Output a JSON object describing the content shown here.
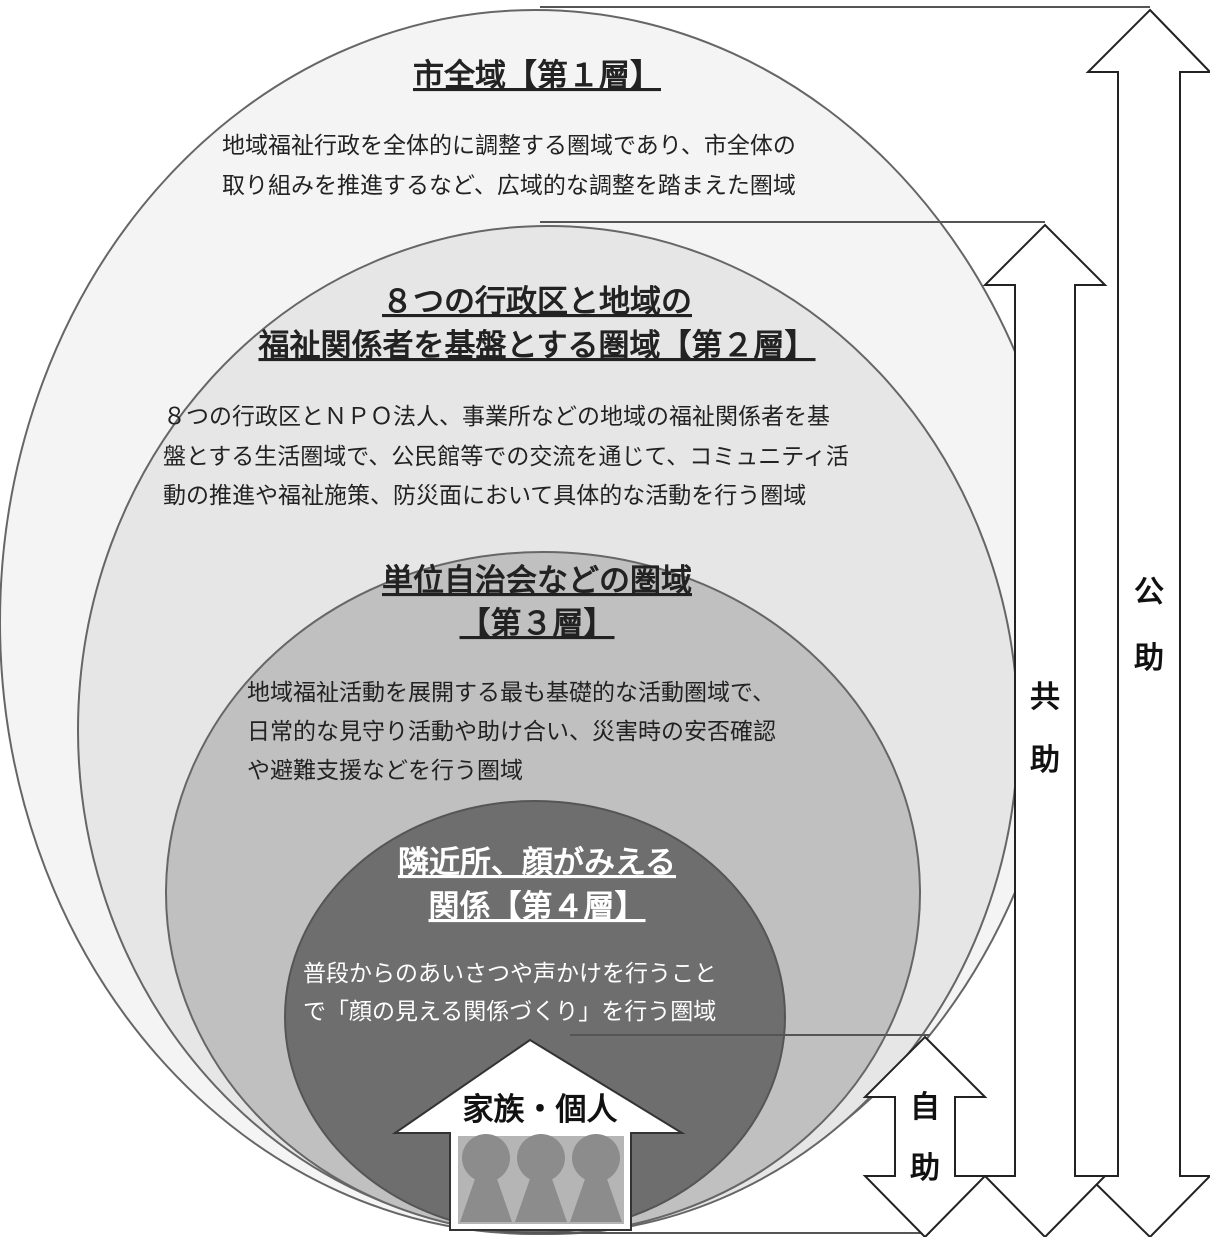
{
  "layers": {
    "layer1": {
      "title": "市全域【第１層】",
      "body": [
        "地域福祉行政を全体的に調整する圏域であり、市全体の",
        "取り組みを推進するなど、広域的な調整を踏まえた圏域"
      ]
    },
    "layer2": {
      "title": [
        "８つの行政区と地域の",
        "福祉関係者を基盤とする圏域【第２層】"
      ],
      "body": [
        "８つの行政区とＮＰＯ法人、事業所などの地域の福祉関係者を基",
        "盤とする生活圏域で、公民館等での交流を通じて、コミュニティ活",
        "動の推進や福祉施策、防災面において具体的な活動を行う圏域"
      ]
    },
    "layer3": {
      "title": [
        "単位自治会などの圏域",
        "【第３層】"
      ],
      "body": [
        "地域福祉活動を展開する最も基礎的な活動圏域で、",
        "日常的な見守り活動や助け合い、災害時の安否確認",
        "や避難支援などを行う圏域"
      ]
    },
    "layer4": {
      "title": [
        "隣近所、顔がみえる",
        "関係【第４層】"
      ],
      "body": [
        "普段からのあいさつや声かけを行うこと",
        "で「顔の見える関係づくり」を行う圏域"
      ]
    }
  },
  "center": {
    "label": "家族・個人"
  },
  "arrows": {
    "self_help": [
      "自",
      "助"
    ],
    "mutual_help": [
      "共",
      "助"
    ],
    "public_help": [
      "公",
      "助"
    ]
  },
  "colors": {
    "layer1": "#f4f4f4",
    "layer2": "#e6e6e6",
    "layer3": "#c0c0c0",
    "layer4": "#6e6e6e",
    "figures": "#8c8c8c"
  }
}
